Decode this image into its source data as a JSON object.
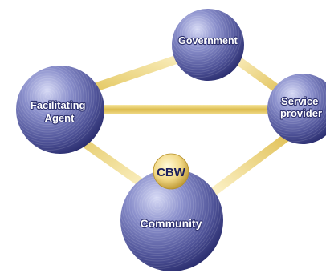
{
  "diagram": {
    "nodes": {
      "government": {
        "label": "Government"
      },
      "service_provider": {
        "lines": [
          "Service",
          "provider"
        ]
      },
      "facilitating_agent": {
        "lines": [
          "Facilitating",
          "Agent"
        ]
      },
      "community": {
        "label": "Community"
      },
      "cbw": {
        "label": "CBW"
      }
    },
    "connections": [
      {
        "from": "facilitating_agent",
        "to": "government"
      },
      {
        "from": "government",
        "to": "service_provider"
      },
      {
        "from": "facilitating_agent",
        "to": "service_provider"
      },
      {
        "from": "facilitating_agent",
        "to": "community"
      },
      {
        "from": "community",
        "to": "service_provider"
      }
    ],
    "colors": {
      "sphere_highlight": "#c9cdf0",
      "sphere_mid": "#6a6fb5",
      "sphere_dark": "#2a2d6e",
      "connector_light": "#fbf1c8",
      "connector_gold": "#e0c054",
      "cbw_light": "#fff6c6",
      "cbw_dark": "#caa53a"
    }
  }
}
